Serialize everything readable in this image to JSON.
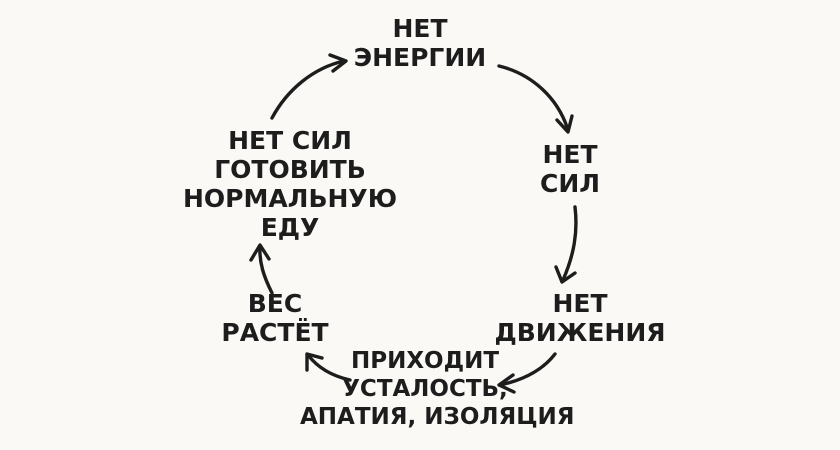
{
  "diagram": {
    "nodes": [
      {
        "id": "no-energy",
        "lines": [
          "НЕТ",
          "ЭНЕРГИИ"
        ]
      },
      {
        "id": "no-strength",
        "lines": [
          "НЕТ",
          "СИЛ"
        ]
      },
      {
        "id": "no-movement",
        "lines": [
          "НЕТ",
          "ДВИЖЕНИЯ"
        ]
      },
      {
        "id": "fatigue",
        "lines": [
          "ПРИХОДИТ",
          "УСТАЛОСТЬ,",
          "АПАТИЯ, ИЗОЛЯЦИЯ"
        ]
      },
      {
        "id": "weight-gain",
        "lines": [
          "ВЕС",
          "РАСТЁТ"
        ]
      },
      {
        "id": "no-strength-to-cook",
        "lines": [
          "НЕТ СИЛ",
          "ГОТОВИТЬ",
          "НОРМАЛЬНУЮ",
          "ЕДУ"
        ]
      }
    ],
    "edges": [
      {
        "from": "no-energy",
        "to": "no-strength"
      },
      {
        "from": "no-strength",
        "to": "no-movement"
      },
      {
        "from": "no-movement",
        "to": "fatigue"
      },
      {
        "from": "fatigue",
        "to": "weight-gain"
      },
      {
        "from": "weight-gain",
        "to": "no-strength-to-cook"
      },
      {
        "from": "no-strength-to-cook",
        "to": "no-energy"
      }
    ],
    "colors": {
      "ink": "#1d1d1d",
      "background": "#faf9f6"
    }
  }
}
